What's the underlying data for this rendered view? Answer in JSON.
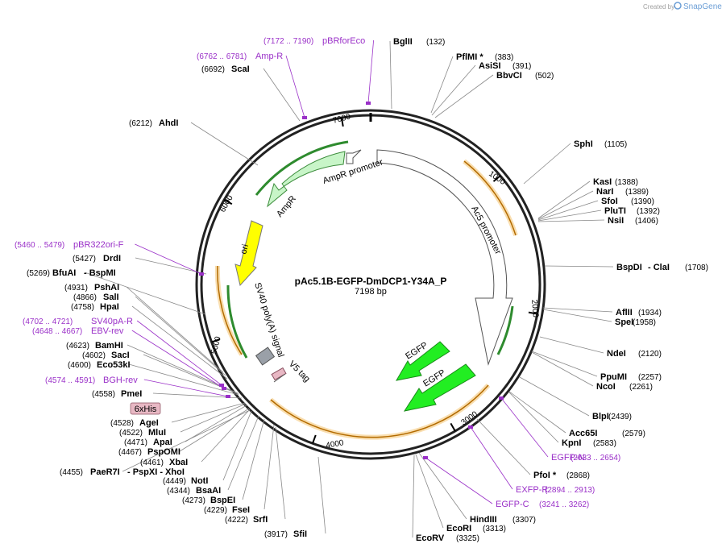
{
  "credit": {
    "prefix": "Created by",
    "brand": "SnapGene"
  },
  "plasmid": {
    "name": "pAc5.1B-EGFP-DmDCP1-Y34A_P",
    "size": "7198 bp"
  },
  "ticks": [
    "1000",
    "2000",
    "3000",
    "4000",
    "5000",
    "6000",
    "7000"
  ],
  "tag": "6xHis",
  "features": [
    {
      "label": "AmpR promoter"
    },
    {
      "label": "AmpR"
    },
    {
      "label": "ori"
    },
    {
      "label": "SV40 poly(A) signal"
    },
    {
      "label": "V5 tag"
    },
    {
      "label": "Ac5 promoter"
    },
    {
      "label": "EGFP"
    },
    {
      "label": "EGFP"
    }
  ],
  "enzymes": [
    {
      "name": "BglII",
      "pos": "(132)"
    },
    {
      "name": "PflMI *",
      "pos": "(383)"
    },
    {
      "name": "AsiSI",
      "pos": "(391)"
    },
    {
      "name": "BbvCI",
      "pos": "(502)"
    },
    {
      "name": "SphI",
      "pos": "(1105)"
    },
    {
      "name": "KasI",
      "pos": "(1388)"
    },
    {
      "name": "NarI",
      "pos": "(1389)"
    },
    {
      "name": "SfoI",
      "pos": "(1390)"
    },
    {
      "name": "PluTI",
      "pos": "(1392)"
    },
    {
      "name": "NsiI",
      "pos": "(1406)"
    },
    {
      "name": "BspDI",
      "pre": "-",
      "name2": "ClaI",
      "pos": "(1708)"
    },
    {
      "name": "AflII",
      "pos": "(1934)"
    },
    {
      "name": "SpeI",
      "pos": "(1958)"
    },
    {
      "name": "NdeI",
      "pos": "(2120)"
    },
    {
      "name": "PpuMI",
      "pos": "(2257)"
    },
    {
      "name": "NcoI",
      "pos": "(2261)"
    },
    {
      "name": "BlpI",
      "pos": "(2439)"
    },
    {
      "name": "Acc65I",
      "pos": "(2579)"
    },
    {
      "name": "KpnI",
      "pos": "(2583)"
    },
    {
      "name": "PfoI *",
      "pos": "(2868)"
    },
    {
      "name": "HindIII",
      "pos": "(3307)"
    },
    {
      "name": "EcoRI",
      "pos": "(3313)"
    },
    {
      "name": "EcoRV",
      "pos": "(3325)"
    },
    {
      "name": "SfiI",
      "pos": "(3917)"
    },
    {
      "name": "SrfI",
      "pos": "(4222)"
    },
    {
      "name": "FseI",
      "pos": "(4229)"
    },
    {
      "name": "BspEI",
      "pos": "(4273)"
    },
    {
      "name": "BsaAI",
      "pos": "(4344)"
    },
    {
      "name": "NotI",
      "pos": "(4449)"
    },
    {
      "name": "PaeR7I",
      "pre": "- PspXI",
      "name2": "- XhoI",
      "pos": "(4455)"
    },
    {
      "name": "XbaI",
      "pos": "(4461)"
    },
    {
      "name": "PspOMI",
      "pos": "(4467)"
    },
    {
      "name": "ApaI",
      "pos": "(4471)"
    },
    {
      "name": "MluI",
      "pos": "(4522)"
    },
    {
      "name": "AgeI",
      "pos": "(4528)"
    },
    {
      "name": "PmeI",
      "pos": "(4558)"
    },
    {
      "name": "Eco53kI",
      "pos": "(4600)"
    },
    {
      "name": "SacI",
      "pos": "(4602)"
    },
    {
      "name": "BamHI",
      "pos": "(4623)"
    },
    {
      "name": "HpaI",
      "pos": "(4758)"
    },
    {
      "name": "SalI",
      "pos": "(4866)"
    },
    {
      "name": "PshAI",
      "pos": "(4931)"
    },
    {
      "name": "BfuAI",
      "pre": "- BspMI",
      "pos": "(5269)"
    },
    {
      "name": "DrdI",
      "pos": "(5427)"
    },
    {
      "name": "AhdI",
      "pos": "(6212)"
    },
    {
      "name": "ScaI",
      "pos": "(6692)"
    }
  ],
  "primers": [
    {
      "name": "pBRforEco",
      "pos": "(7172 .. 7190)"
    },
    {
      "name": "Amp-R",
      "pos": "(6762 .. 6781)"
    },
    {
      "name": "pBR322ori-F",
      "pos": "(5460 .. 5479)"
    },
    {
      "name": "SV40pA-R",
      "pos": "(4702 .. 4721)"
    },
    {
      "name": "EBV-rev",
      "pos": "(4648 .. 4667)"
    },
    {
      "name": "BGH-rev",
      "pos": "(4574 .. 4591)"
    },
    {
      "name": "EGFP-N",
      "pos": "(2633 .. 2654)"
    },
    {
      "name": "EXFP-R",
      "pos": "(2894 .. 2913)"
    },
    {
      "name": "EGFP-C",
      "pos": "(3241 .. 3262)"
    }
  ],
  "colors": {
    "backbone": "#222222",
    "amp": "#c8f5c8",
    "ampBorder": "#3c8c3c",
    "ori": "#ffff00",
    "egfp": "#22ee22",
    "orf": "#e69a3a",
    "primer": "#9a30c8",
    "tag": "#e8b8c4"
  }
}
